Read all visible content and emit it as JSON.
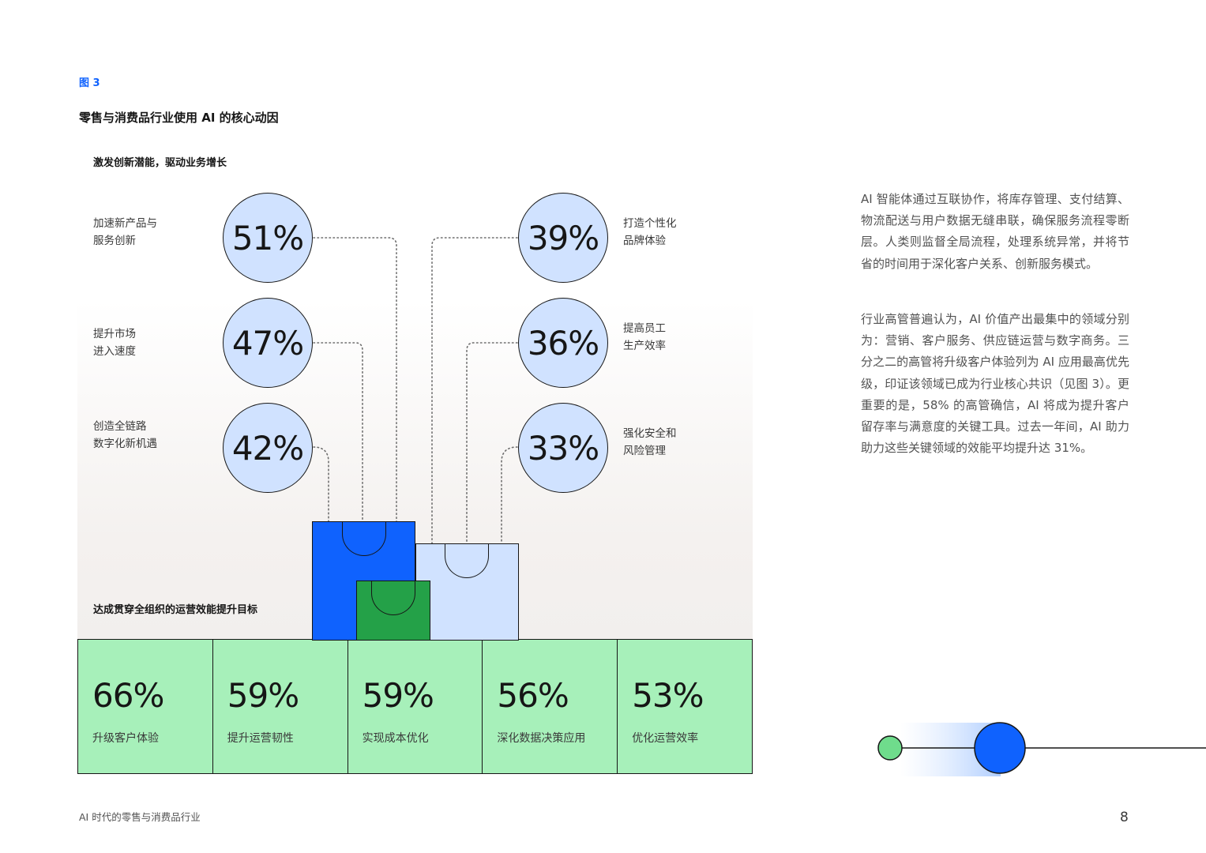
{
  "figure": {
    "label": "图 3",
    "title": "零售与消费品行业使用 AI 的核心动因"
  },
  "top_section": {
    "title": "激发创新潜能，驱动业务增长"
  },
  "bottom_section": {
    "title": "达成贯穿全组织的运营效能提升目标"
  },
  "drivers_left": [
    {
      "value": "51%",
      "label_lines": [
        "加速新产品与",
        "服务创新"
      ]
    },
    {
      "value": "47%",
      "label_lines": [
        "提升市场",
        "进入速度"
      ]
    },
    {
      "value": "42%",
      "label_lines": [
        "创造全链路",
        "数字化新机遇"
      ]
    }
  ],
  "drivers_right": [
    {
      "value": "39%",
      "label_lines": [
        "打造个性化",
        "品牌体验"
      ]
    },
    {
      "value": "36%",
      "label_lines": [
        "提高员工",
        "生产效率"
      ]
    },
    {
      "value": "33%",
      "label_lines": [
        "强化安全和",
        "风险管理"
      ]
    }
  ],
  "efficiency_goals": [
    {
      "value": "66%",
      "label": "升级客户体验"
    },
    {
      "value": "59%",
      "label": "提升运营韧性"
    },
    {
      "value": "59%",
      "label": "实现成本优化"
    },
    {
      "value": "56%",
      "label": "深化数据决策应用"
    },
    {
      "value": "53%",
      "label": "优化运营效率"
    }
  ],
  "body_text": {
    "paragraph_1": "AI 智能体通过互联协作，将库存管理、支付结算、物流配送与用户数据无缝串联，确保服务流程零断层。人类则监督全局流程，处理系统异常，并将节省的时间用于深化客户关系、创新服务模式。",
    "paragraph_2": "行业高管普遍认为，AI 价值产出最集中的领域分别为：营销、客户服务、供应链运营与数字商务。三分之二的高管将升级客户体验列为 AI 应用最高优先级，印证该领域已成为行业核心共识（见图 3）。更重要的是，58% 的高管确信，AI 将成为提升客户留存率与满意度的关键工具。过去一年间，AI 助力助力这些关键领域的效能平均提升达 31%。"
  },
  "colors": {
    "accent_blue": "#0f62fe",
    "light_blue": "#d0e2ff",
    "green": "#24a148",
    "light_green": "#a7f0ba",
    "teal_dot": "#6fdc8c"
  },
  "footer": {
    "text": "AI 时代的零售与消费品行业",
    "page_number": "8"
  }
}
